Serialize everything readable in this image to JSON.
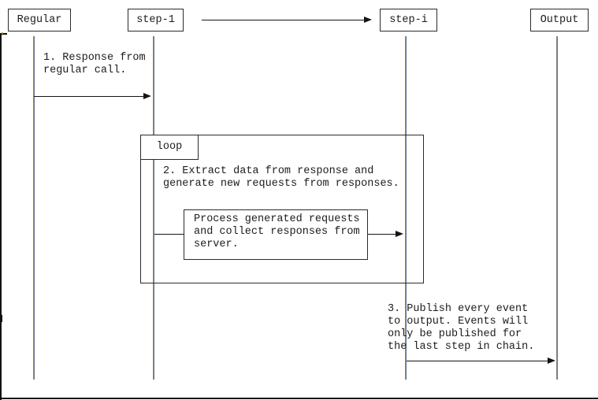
{
  "diagram": {
    "actors": [
      {
        "label": "Regular"
      },
      {
        "label": "step-1"
      },
      {
        "label": "step-i"
      },
      {
        "label": "Output"
      }
    ],
    "fragment": {
      "label": "loop"
    },
    "msg1": {
      "lines": [
        "1. Response from",
        "regular call."
      ]
    },
    "note2": {
      "lines": [
        "2. Extract data from response and",
        "generate new requests from responses."
      ]
    },
    "process": {
      "lines": [
        "Process generated requests",
        "and collect responses from",
        "server."
      ]
    },
    "note3": {
      "lines": [
        "3. Publish every event",
        "to output. Events will",
        "only be published for",
        "the last step in chain."
      ]
    },
    "colors": {
      "background": "#ffffff",
      "line": "#151515",
      "box_border": "#2b2b2b",
      "lifeline_left": "#a9824f",
      "lifeline_right": "#4a7cb8",
      "corner_dot": "#cf9435"
    }
  }
}
